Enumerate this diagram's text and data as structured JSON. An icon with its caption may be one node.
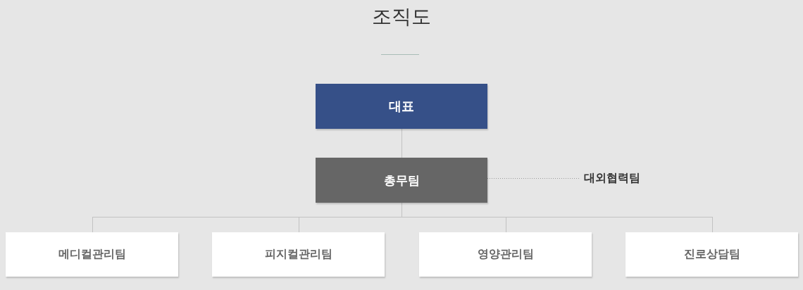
{
  "diagram": {
    "title": "조직도",
    "nodes": [
      {
        "text": [
          "대표"
        ]
      },
      {
        "text": [
          "총무팀"
        ]
      },
      {
        "text": [
          "대외협력팀"
        ]
      },
      {
        "text": [
          "메디컬관리팀"
        ]
      },
      {
        "text": [
          "피지컬관리팀"
        ]
      },
      {
        "text": [
          "영양관리팀"
        ]
      },
      {
        "text": [
          "진로상담팀"
        ]
      }
    ],
    "edges": [
      {
        "from": 0,
        "to": 1,
        "arrow": "none"
      },
      {
        "from": 1,
        "to": 2,
        "arrow": "none",
        "style": "dashed",
        "color": "#999999"
      },
      {
        "from": 1,
        "to": 3,
        "arrow": "none"
      },
      {
        "from": 1,
        "to": 4,
        "arrow": "none"
      },
      {
        "from": 1,
        "to": 5,
        "arrow": "none"
      },
      {
        "from": 1,
        "to": 6,
        "arrow": "none"
      }
    ]
  }
}
